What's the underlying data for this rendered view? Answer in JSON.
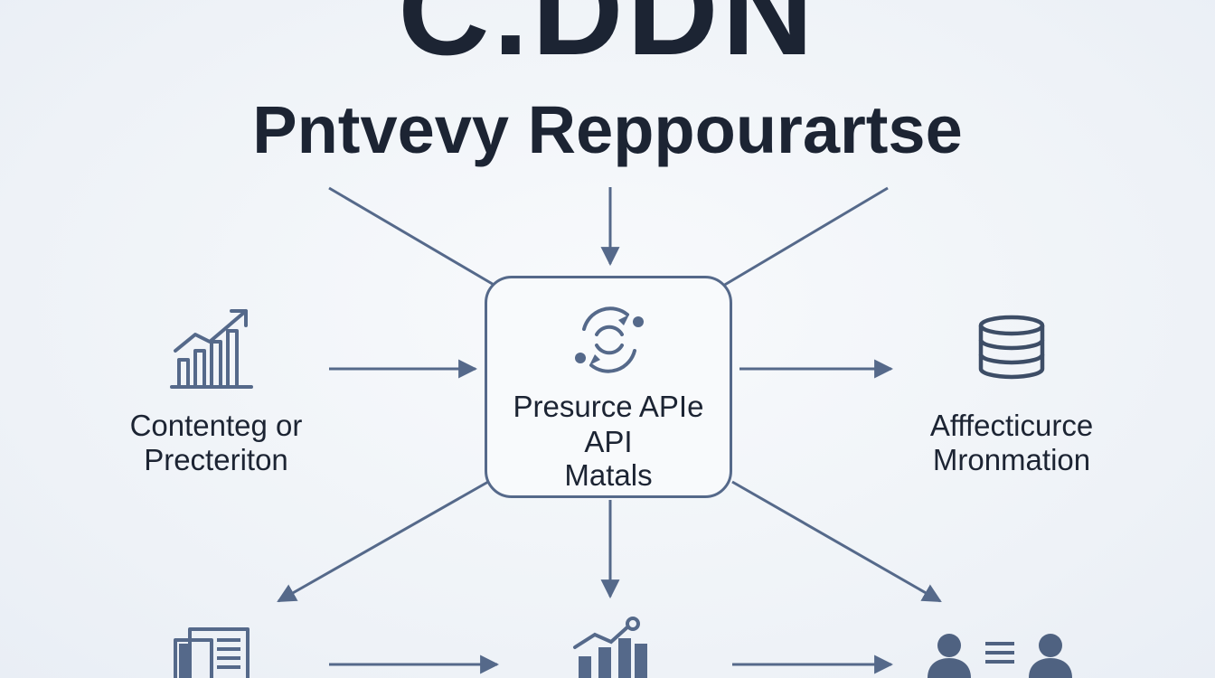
{
  "title": {
    "main": "C.DDN",
    "subtitle": "Pntvevy Reppourartse"
  },
  "center_node": {
    "icon": "sync-cycle-icon",
    "lines": [
      "Presurce APIe",
      "API",
      "Matals"
    ]
  },
  "left_node": {
    "icon": "growth-chart-icon",
    "lines": [
      "Contenteg or",
      "Precteriton"
    ]
  },
  "right_node": {
    "icon": "database-icon",
    "lines": [
      "Afffecticurce",
      "Mronmation"
    ]
  },
  "bottom_icons": [
    "document-panel-icon",
    "analytics-chart-icon",
    "users-list-icon"
  ],
  "colors": {
    "text": "#1c2433",
    "accent": "#55698a",
    "background": "#eef2f7"
  }
}
